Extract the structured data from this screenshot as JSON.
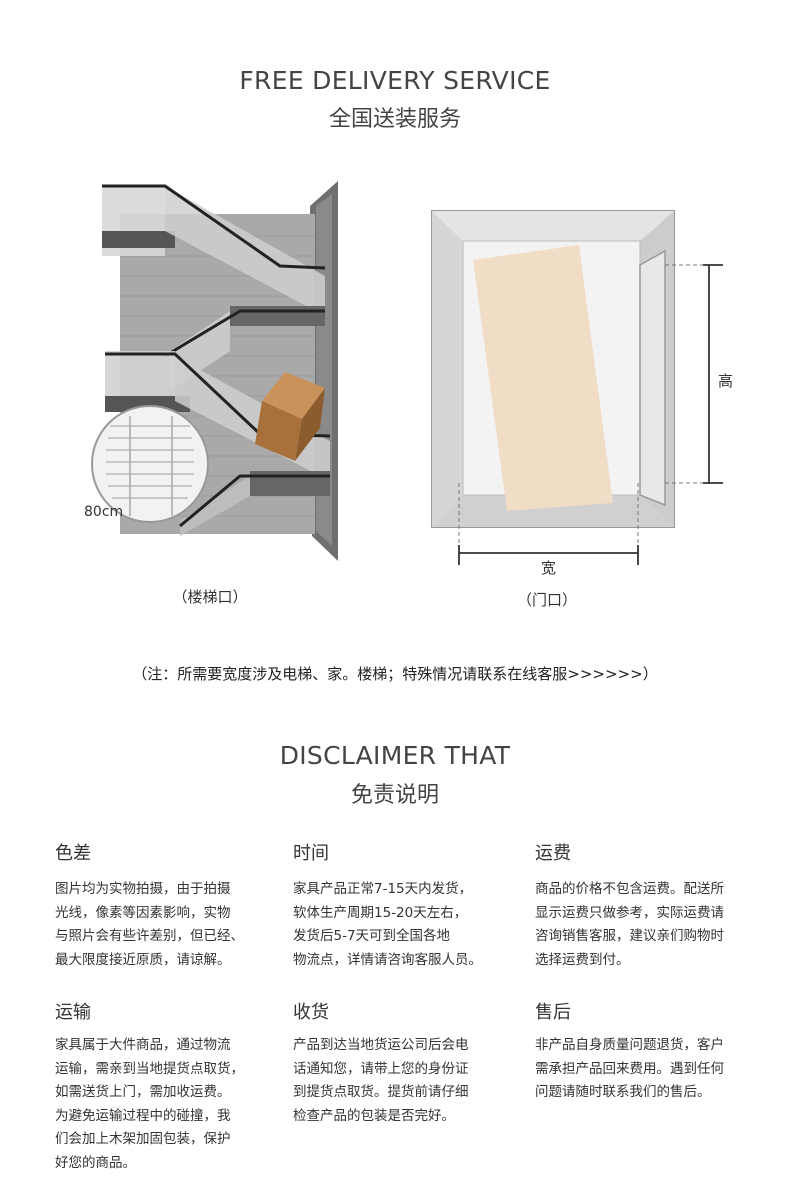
{
  "delivery": {
    "title_en": "FREE DELIVERY SERVICE",
    "title_cn": "全国送装服务",
    "stair_label": "80cm",
    "stair_caption": "（楼梯口）",
    "door_height_label": "高",
    "door_width_label": "宽",
    "door_caption": "（门口）",
    "note": "（注：所需要宽度涉及电梯、家。楼梯；特殊情况请联系在线客服>>>>>>）"
  },
  "disclaimer": {
    "title_en": "DISCLAIMER THAT",
    "title_cn": "免责说明",
    "sections": [
      {
        "title": "色差",
        "lines": [
          "图片均为实物拍摄，由于拍摄",
          "光线，像素等因素影响，实物",
          "与照片会有些许差别，但已经、",
          "最大限度接近原质，请谅解。"
        ]
      },
      {
        "title": "时间",
        "lines": [
          "家具产品正常7-15天内发货，",
          "软体生产周期15-20天左右，",
          "发货后5-7天可到全国各地",
          "物流点，详情请咨询客服人员。"
        ]
      },
      {
        "title": "运费",
        "lines": [
          "商品的价格不包含运费。配送所",
          "显示运费只做参考，实际运费请",
          "咨询销售客服，建议亲们购物时",
          "选择运费到付。"
        ]
      },
      {
        "title": "运输",
        "lines": [
          "家具属于大件商品，通过物流",
          "运输，需亲到当地提货点取货，",
          "如需送货上门，需加收运费。",
          "为避免运输过程中的碰撞，我",
          "们会加上木架加固包装，保护",
          "好您的商品。"
        ]
      },
      {
        "title": "收货",
        "lines": [
          "产品到达当地货运公司后会电",
          "话通知您，请带上您的身份证",
          "到提货点取货。提货前请仔细",
          "检查产品的包装是否完好。"
        ]
      },
      {
        "title": "售后",
        "lines": [
          "非产品自身质量问题退货，客户",
          "需承担产品回来费用。遇到任何",
          "问题请随时联系我们的售后。"
        ]
      }
    ]
  }
}
